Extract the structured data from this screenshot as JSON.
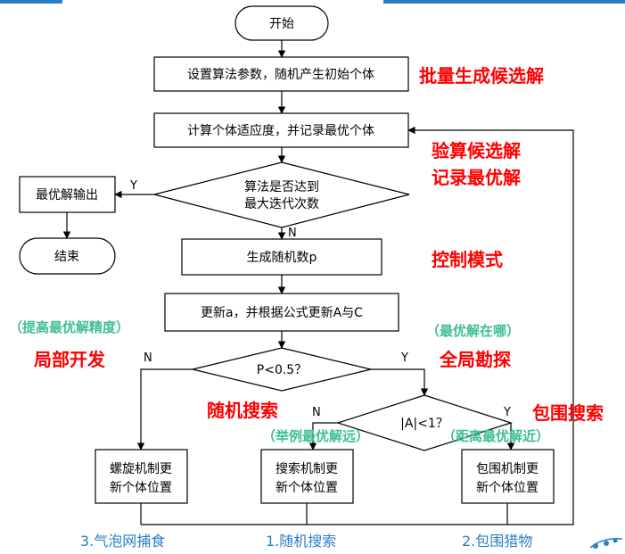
{
  "nodes": {
    "start": "开始",
    "init": "设置算法参数，随机产生初始个体",
    "fitness": "计算个体适应度，并记录最优个体",
    "max_iter_line1": "算法是否达到",
    "max_iter_line2": "最大迭代次数",
    "output": "最优解输出",
    "end": "结束",
    "random": "生成随机数p",
    "update": "更新a，并根据公式更新A与C",
    "p_check": "P<0.5？",
    "a_check": "|A|<1？",
    "spiral_line1": "螺旋机制更",
    "spiral_line2": "新个体位置",
    "search_line1": "搜索机制更",
    "search_line2": "新个体位置",
    "encircle_line1": "包围机制更",
    "encircle_line2": "新个体位置"
  },
  "edge_labels": {
    "yes_output": "Y",
    "no_continue": "N",
    "p_no": "N",
    "p_yes": "Y",
    "a_no": "N",
    "a_yes": "Y"
  },
  "annotations": {
    "batch": "批量生成候选解",
    "verify": "验算候选解",
    "record": "记录最优解",
    "control": "控制模式",
    "precision": "（提高最优解精度）",
    "local": "局部开发",
    "where_best": "（最优解在哪）",
    "global": "全局勘探",
    "random_search": "随机搜索",
    "encircle_search": "包围搜索",
    "far_best": "（举例最优解远）",
    "near_best": "（距离最优解近）"
  },
  "captions": {
    "bubble": "3.气泡网捕食",
    "random": "1.随机搜索",
    "encircle": "2.包围猎物"
  },
  "colors": {
    "annotation_red": "#ff0000",
    "annotation_green": "#3cbf8f",
    "caption_blue": "#2a7fc4",
    "header_bar": "#2a7fc4"
  }
}
